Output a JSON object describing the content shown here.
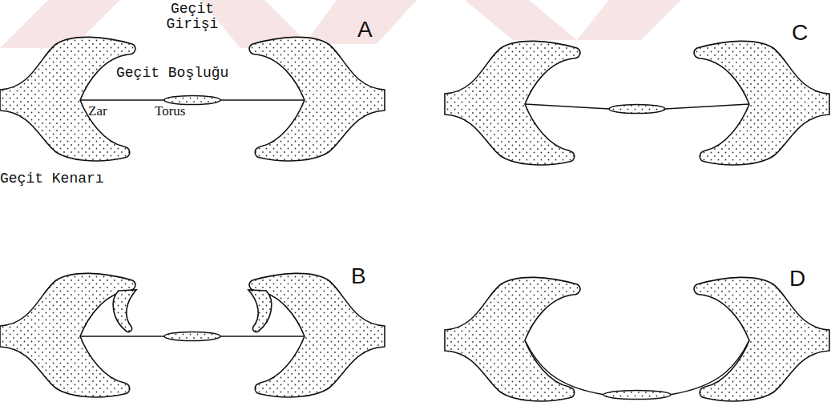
{
  "diagram": {
    "labels": [
      "Geçit Girişi",
      "A",
      "Geçit Boşluğu",
      "Zar",
      "Torus",
      "Geçit Kenarı",
      "C",
      "B",
      "D"
    ]
  }
}
